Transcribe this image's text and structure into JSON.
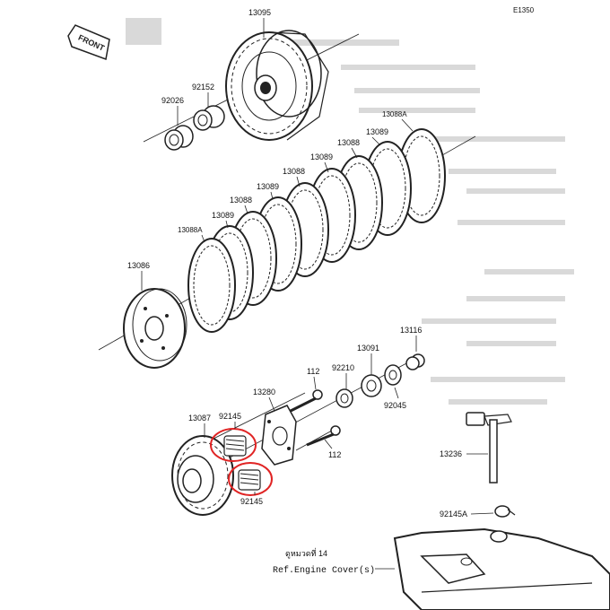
{
  "diagram": {
    "code": "E1350",
    "front_label": "FRONT",
    "ref_thai": "ดูหมวดที่ 14",
    "ref_text": "Ref.Engine Cover(s)",
    "colors": {
      "ink": "#222222",
      "highlight": "#e02424",
      "ghost_text": "#d9d9d9"
    },
    "parts": {
      "p13095": "13095",
      "p92152": "92152",
      "p92026": "92026",
      "p13088a_top": "13088A",
      "p13089_1": "13089",
      "p13088_1": "13088",
      "p13089_2": "13089",
      "p13088_2": "13088",
      "p13089_3": "13089",
      "p13088_3": "13088",
      "p13089_4": "13089",
      "p13088a_bot": "13088A",
      "p13086": "13086",
      "p13116": "13116",
      "p13091": "13091",
      "p92210": "92210",
      "p112_top": "112",
      "p13280": "13280",
      "p13087": "13087",
      "p92145_top": "92145",
      "p92145_bot": "92145",
      "p112_bot": "112",
      "p92045": "92045",
      "p13236": "13236",
      "p92145a": "92145A"
    }
  }
}
